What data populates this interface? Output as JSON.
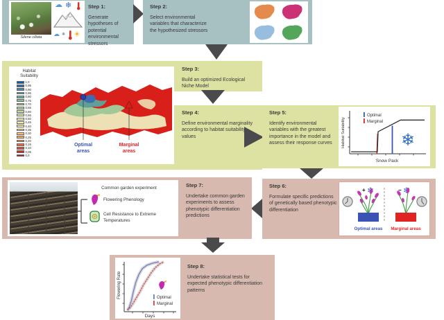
{
  "palette": {
    "teal_box": "#a7c0c1",
    "khaki_box": "#dde2a3",
    "rose_box": "#d7b9b0",
    "arrow": "#4a4a4c",
    "text": "#383838",
    "optimal_blue": "#3a53b4",
    "marginal_red": "#e02424",
    "snowflake_blue": "#2f6fc1",
    "response_curve": "#2b2b2b",
    "band_gray": "#c8c8c8",
    "flowering_optimal": "#6b79c8",
    "flowering_marginal": "#d84040"
  },
  "icons": {
    "snowflake": "❄",
    "sun": "☀",
    "cloud": "☁",
    "plus": "+",
    "minus": "−"
  },
  "steps": [
    {
      "title": "Step 1:",
      "body": "Generate hypotheses of potential environmental stressors"
    },
    {
      "title": "Step 2:",
      "body": "Select environmental variables that characterize the hypothesized stressors"
    },
    {
      "title": "Step 3:",
      "body": "Build an optimized Ecological Niche Model"
    },
    {
      "title": "Step 4:",
      "body": "Define environmental marginality according to habitat suitability values"
    },
    {
      "title": "Step 5:",
      "body": "Identify environmental variables with the greatest importance in the model and assess their response curves"
    },
    {
      "title": "Step 6:",
      "body": "Formulate specific predictions of genetically based phenotypic differentiation"
    },
    {
      "title": "Step 7:",
      "body": "Undertake common garden experiments to assess phenotypic differentiation predictions"
    },
    {
      "title": "Step 8:",
      "body": "Undertake statistical tests for expected phenotypic differentiation patterns"
    }
  ],
  "species_photo": {
    "caption": "Silene ciliata"
  },
  "habitat_map": {
    "title_lines": [
      "Habitat",
      "Suitability"
    ],
    "legend": [
      {
        "v": "1,0",
        "c": "#1a57a5"
      },
      {
        "v": "0,95",
        "c": "#2a6cb0"
      },
      {
        "v": "0,90",
        "c": "#3f86b5"
      },
      {
        "v": "0,85",
        "c": "#579dae"
      },
      {
        "v": "0,80",
        "c": "#6fb0a4"
      },
      {
        "v": "0,75",
        "c": "#86bd99"
      },
      {
        "v": "0,70",
        "c": "#9cc993"
      },
      {
        "v": "0,65",
        "c": "#b2d596"
      },
      {
        "v": "0,60",
        "c": "#c8e09e"
      },
      {
        "v": "0,55",
        "c": "#dcebae"
      },
      {
        "v": "0,50",
        "c": "#ecf3b4"
      },
      {
        "v": "0,45",
        "c": "#f5f2ac"
      },
      {
        "v": "0,40",
        "c": "#f9e698"
      },
      {
        "v": "0,35",
        "c": "#fbd583"
      },
      {
        "v": "0,30",
        "c": "#fcc06e"
      },
      {
        "v": "0,25",
        "c": "#faa65c"
      },
      {
        "v": "0,20",
        "c": "#f5894c"
      },
      {
        "v": "0,15",
        "c": "#ec6a3f"
      },
      {
        "v": "0,10",
        "c": "#de4a33"
      },
      {
        "v": "0,05",
        "c": "#cc2d27"
      },
      {
        "v": "0,0",
        "c": "#b5191f"
      }
    ],
    "optimal_label_lines": [
      "Optimal",
      "areas"
    ],
    "marginal_label_lines": [
      "Marginal",
      "areas"
    ]
  },
  "chart_data": [
    {
      "id": "snowpack_response",
      "type": "line",
      "xlabel": "Snow Pack",
      "ylabel": "Habitat Suitability",
      "legend": [
        {
          "label": "Optimal",
          "color": "#3a53b4"
        },
        {
          "label": "Marginal",
          "color": "#e02424"
        }
      ],
      "series": [
        {
          "name": "response-curve",
          "color": "#2b2b2b",
          "points": [
            [
              0.01,
              0.05
            ],
            [
              0.36,
              0.05
            ],
            [
              0.37,
              0.55
            ],
            [
              0.67,
              0.84
            ],
            [
              0.99,
              0.84
            ]
          ]
        },
        {
          "name": "marginal-threshold",
          "color": "#e02424",
          "points": [
            [
              0.355,
              0.0
            ],
            [
              0.365,
              0.5
            ]
          ]
        },
        {
          "name": "optimal-threshold",
          "color": "#3a53b4",
          "points": [
            [
              0.56,
              0.0
            ],
            [
              0.56,
              0.7
            ]
          ]
        }
      ]
    },
    {
      "id": "flowering_phenology",
      "type": "line",
      "xlabel": "Days",
      "ylabel": "Flowering Rate",
      "legend": [
        {
          "label": "Optimal",
          "color": "#6b79c8"
        },
        {
          "label": "Marginal",
          "color": "#d84040"
        }
      ],
      "series": [
        {
          "name": "optimal",
          "color": "#6b79c8",
          "points": [
            [
              0.05,
              0.0
            ],
            [
              0.09,
              0.07
            ],
            [
              0.13,
              0.2
            ],
            [
              0.17,
              0.38
            ],
            [
              0.22,
              0.58
            ],
            [
              0.28,
              0.74
            ],
            [
              0.35,
              0.86
            ],
            [
              0.44,
              0.93
            ],
            [
              0.55,
              0.97
            ],
            [
              0.68,
              1.0
            ]
          ]
        },
        {
          "name": "marginal",
          "color": "#d84040",
          "points": [
            [
              0.05,
              0.0
            ],
            [
              0.11,
              0.06
            ],
            [
              0.17,
              0.15
            ],
            [
              0.23,
              0.26
            ],
            [
              0.3,
              0.38
            ],
            [
              0.37,
              0.52
            ],
            [
              0.45,
              0.65
            ],
            [
              0.53,
              0.78
            ],
            [
              0.61,
              0.88
            ],
            [
              0.7,
              0.96
            ],
            [
              0.78,
              1.0
            ]
          ]
        }
      ]
    }
  ],
  "step6_panel": {
    "optimal_label": "Optimal areas",
    "marginal_label": "Marginal areas"
  },
  "step7_panel": {
    "heading": "Common garden experiment",
    "item1": "Flowering Phenology",
    "item2": "Cell Resistance to Extreme Temperatures"
  }
}
